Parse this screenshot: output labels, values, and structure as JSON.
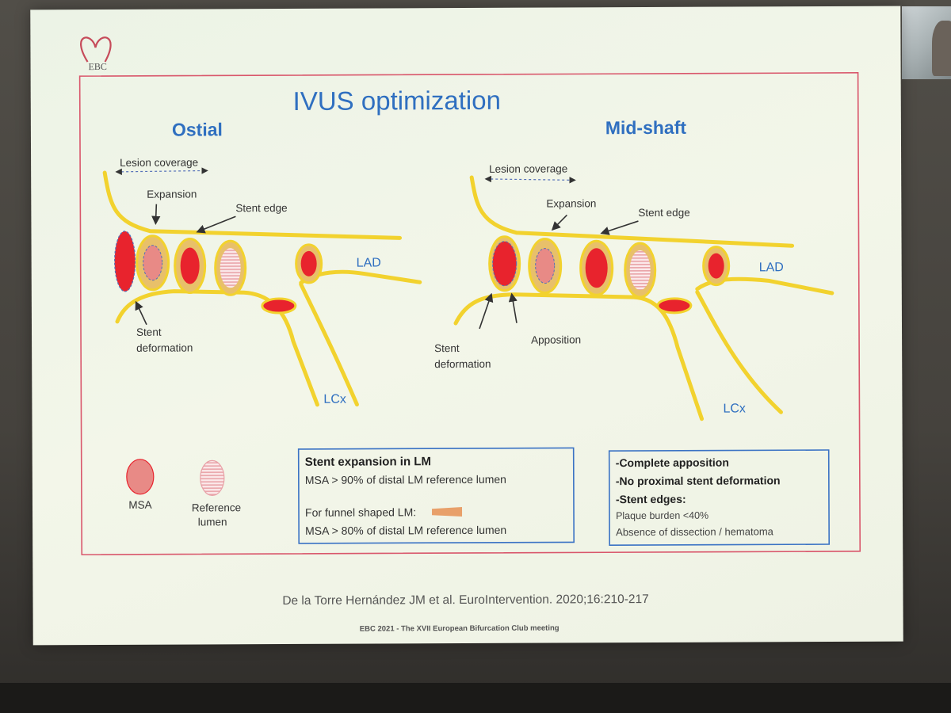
{
  "logo": {
    "text": "EBC"
  },
  "slide": {
    "title": "IVUS optimization",
    "panels": {
      "ostial": {
        "heading": "Ostial",
        "labels": {
          "lesion_coverage": "Lesion coverage",
          "expansion": "Expansion",
          "stent_edge": "Stent edge",
          "stent": "Stent",
          "deformation": "deformation",
          "lad": "LAD",
          "lcx": "LCx"
        }
      },
      "midshaft": {
        "heading": "Mid-shaft",
        "labels": {
          "lesion_coverage": "Lesion coverage",
          "expansion": "Expansion",
          "stent_edge": "Stent edge",
          "apposition": "Apposition",
          "stent": "Stent",
          "deformation": "deformation",
          "lad": "LAD",
          "lcx": "LCx"
        }
      }
    },
    "legend": {
      "msa": "MSA",
      "reference_line1": "Reference",
      "reference_line2": "lumen"
    },
    "box_lm": {
      "title": "Stent expansion in LM",
      "line1": "MSA  > 90% of distal LM reference  lumen",
      "line2": "For funnel shaped LM:",
      "line3": "MSA  > 80% of distal LM reference  lumen"
    },
    "box_criteria": {
      "line1": "-Complete apposition",
      "line2": "-No proximal stent deformation",
      "line3": "-Stent edges:",
      "line4": "Plaque burden <40%",
      "line5": "Absence of dissection / hematoma"
    },
    "citation": "De la Torre Hernández JM et al. EuroIntervention. 2020;16:210-217",
    "footer": "EBC 2021 - The XVII European Bifurcation Club meeting"
  },
  "colors": {
    "title_blue": "#2f6fc0",
    "vessel_yellow": "#f2d22e",
    "lumen_red": "#e8232d",
    "msa_pink": "#e88a86",
    "frame_red": "#d9566b",
    "box_blue": "#3a72c4"
  }
}
